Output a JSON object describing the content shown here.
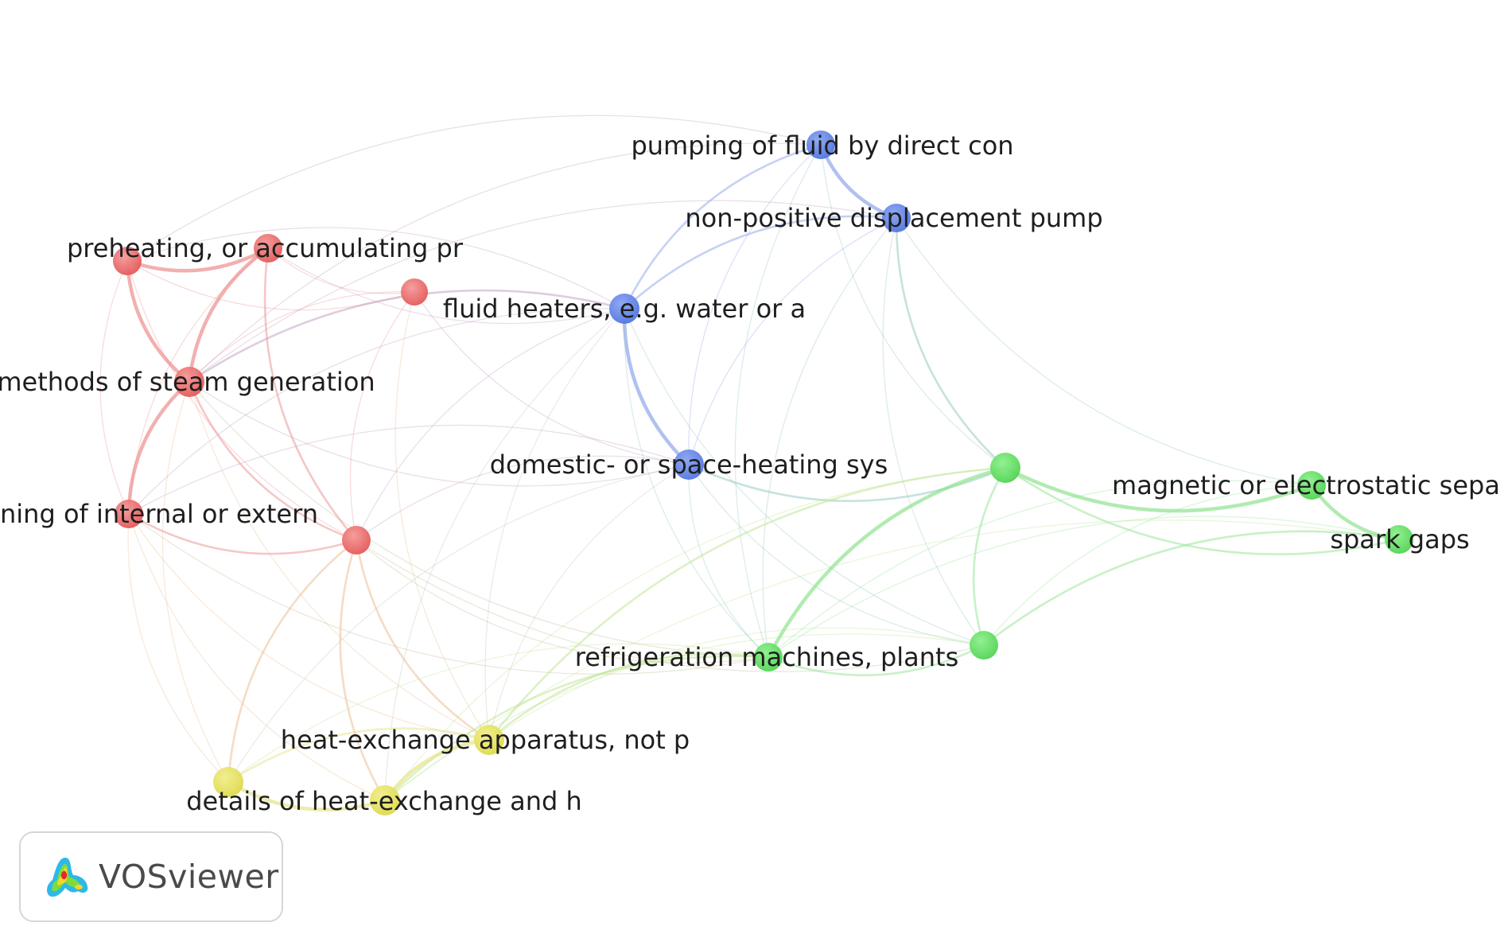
{
  "app": {
    "logo_text": "VOSviewer"
  },
  "network": {
    "clusters": [
      {
        "id": "red",
        "color": "#e85c5c",
        "edge_color": "#ec8f8f"
      },
      {
        "id": "blue",
        "color": "#5b7ee6",
        "edge_color": "#8ea6ea"
      },
      {
        "id": "green",
        "color": "#5fd95f",
        "edge_color": "#8fe38f"
      },
      {
        "id": "yellow",
        "color": "#e3e05a",
        "edge_color": "#e6e48c"
      }
    ],
    "nodes": [
      {
        "id": "n1",
        "label": "pumping of fluid by direct con",
        "cluster": "blue"
      },
      {
        "id": "n2",
        "label": "non-positive displacement pump",
        "cluster": "blue"
      },
      {
        "id": "n3",
        "label": "fluid heaters, e.g. water or a",
        "cluster": "blue"
      },
      {
        "id": "n4",
        "label": "domestic- or space-heating sys",
        "cluster": "blue"
      },
      {
        "id": "n5",
        "label": "preheating, or accumulating pr",
        "cluster": "red"
      },
      {
        "id": "n6",
        "label": "",
        "cluster": "red"
      },
      {
        "id": "n7",
        "label": "",
        "cluster": "red"
      },
      {
        "id": "n8",
        "label": "methods of steam generation",
        "cluster": "red"
      },
      {
        "id": "n9",
        "label": "ning of internal or extern",
        "cluster": "red"
      },
      {
        "id": "n10",
        "label": "",
        "cluster": "red"
      },
      {
        "id": "n11",
        "label": "",
        "cluster": "green"
      },
      {
        "id": "n12",
        "label": "magnetic or electrostatic sepa",
        "cluster": "green"
      },
      {
        "id": "n13",
        "label": "spark gaps",
        "cluster": "green"
      },
      {
        "id": "n14",
        "label": "refrigeration machines, plants",
        "cluster": "green"
      },
      {
        "id": "n15",
        "label": "",
        "cluster": "green"
      },
      {
        "id": "n16",
        "label": "heat-exchange apparatus, not p",
        "cluster": "yellow"
      },
      {
        "id": "n17",
        "label": "",
        "cluster": "yellow"
      },
      {
        "id": "n18",
        "label": "details of heat-exchange and h",
        "cluster": "yellow"
      }
    ],
    "edges": [
      [
        "n1",
        "n2",
        3
      ],
      [
        "n1",
        "n3",
        2
      ],
      [
        "n1",
        "n4",
        1
      ],
      [
        "n1",
        "n14",
        1
      ],
      [
        "n1",
        "n11",
        1
      ],
      [
        "n1",
        "n8",
        1
      ],
      [
        "n1",
        "n5",
        1
      ],
      [
        "n2",
        "n3",
        2
      ],
      [
        "n2",
        "n4",
        1
      ],
      [
        "n2",
        "n11",
        2
      ],
      [
        "n2",
        "n14",
        1
      ],
      [
        "n2",
        "n15",
        1
      ],
      [
        "n2",
        "n12",
        1
      ],
      [
        "n2",
        "n8",
        1
      ],
      [
        "n3",
        "n4",
        3
      ],
      [
        "n3",
        "n8",
        2
      ],
      [
        "n3",
        "n5",
        1
      ],
      [
        "n3",
        "n16",
        1
      ],
      [
        "n3",
        "n18",
        1
      ],
      [
        "n3",
        "n10",
        1
      ],
      [
        "n3",
        "n14",
        1
      ],
      [
        "n3",
        "n15",
        1
      ],
      [
        "n3",
        "n9",
        1
      ],
      [
        "n4",
        "n11",
        2
      ],
      [
        "n4",
        "n14",
        1
      ],
      [
        "n4",
        "n15",
        1
      ],
      [
        "n4",
        "n16",
        1
      ],
      [
        "n4",
        "n9",
        1
      ],
      [
        "n4",
        "n17",
        1
      ],
      [
        "n4",
        "n10",
        1
      ],
      [
        "n5",
        "n7",
        3
      ],
      [
        "n5",
        "n8",
        3
      ],
      [
        "n5",
        "n6",
        1
      ],
      [
        "n5",
        "n9",
        1
      ],
      [
        "n5",
        "n10",
        1
      ],
      [
        "n7",
        "n8",
        3
      ],
      [
        "n7",
        "n6",
        1
      ],
      [
        "n7",
        "n10",
        2
      ],
      [
        "n7",
        "n9",
        1
      ],
      [
        "n7",
        "n3",
        1
      ],
      [
        "n6",
        "n8",
        1
      ],
      [
        "n6",
        "n10",
        1
      ],
      [
        "n6",
        "n16",
        1
      ],
      [
        "n6",
        "n4",
        1
      ],
      [
        "n8",
        "n9",
        3
      ],
      [
        "n8",
        "n10",
        2
      ],
      [
        "n8",
        "n16",
        1
      ],
      [
        "n8",
        "n17",
        1
      ],
      [
        "n8",
        "n14",
        1
      ],
      [
        "n8",
        "n4",
        1
      ],
      [
        "n9",
        "n10",
        2
      ],
      [
        "n9",
        "n17",
        1
      ],
      [
        "n9",
        "n18",
        1
      ],
      [
        "n9",
        "n14",
        1
      ],
      [
        "n9",
        "n16",
        1
      ],
      [
        "n10",
        "n16",
        2
      ],
      [
        "n10",
        "n18",
        2
      ],
      [
        "n10",
        "n17",
        2
      ],
      [
        "n10",
        "n14",
        1
      ],
      [
        "n10",
        "n15",
        1
      ],
      [
        "n11",
        "n12",
        3
      ],
      [
        "n11",
        "n13",
        2
      ],
      [
        "n11",
        "n14",
        3
      ],
      [
        "n11",
        "n15",
        2
      ],
      [
        "n11",
        "n16",
        2
      ],
      [
        "n11",
        "n18",
        1
      ],
      [
        "n12",
        "n13",
        3
      ],
      [
        "n12",
        "n14",
        1
      ],
      [
        "n12",
        "n15",
        1
      ],
      [
        "n13",
        "n15",
        2
      ],
      [
        "n13",
        "n14",
        1
      ],
      [
        "n13",
        "n18",
        1
      ],
      [
        "n14",
        "n15",
        2
      ],
      [
        "n14",
        "n16",
        2
      ],
      [
        "n14",
        "n18",
        2
      ],
      [
        "n14",
        "n17",
        1
      ],
      [
        "n15",
        "n16",
        1
      ],
      [
        "n15",
        "n18",
        1
      ],
      [
        "n16",
        "n18",
        3
      ],
      [
        "n16",
        "n17",
        2
      ],
      [
        "n17",
        "n18",
        3
      ]
    ]
  }
}
